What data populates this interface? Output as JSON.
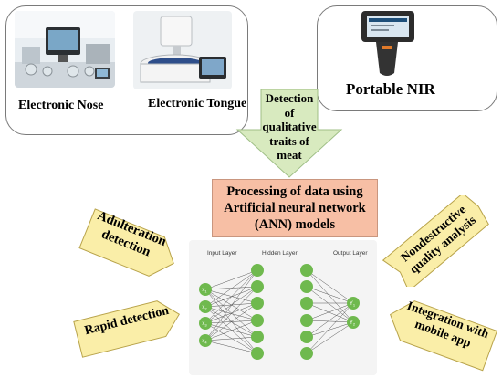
{
  "top_left": {
    "electronic_nose": "Electronic Nose",
    "electronic_tongue": "Electronic Tongue"
  },
  "top_right": {
    "portable_nir": "Portable NIR"
  },
  "detection_arrow": {
    "lines": [
      "Detection",
      "of",
      "qualitative",
      "traits of",
      "meat"
    ]
  },
  "processing": {
    "lines": [
      "Processing of data using",
      "Artificial neural network",
      "(ANN) models"
    ]
  },
  "benefits": {
    "adulteration": [
      "Adulteration",
      "detection"
    ],
    "rapid": "Rapid detection",
    "nondestructive": [
      "Nondestructive",
      "quality analysis"
    ],
    "integration": [
      "Integration with",
      "mobile app"
    ]
  },
  "neural_network": {
    "input_layer": "Input Layer",
    "hidden_layer": "Hidden Layer",
    "output_layer": "Output Layer",
    "inputs": [
      "x",
      "x",
      "x",
      "x"
    ],
    "input_subscripts": [
      "1",
      "2",
      "3",
      "4"
    ],
    "outputs": [
      "Y",
      "Y"
    ],
    "output_subscripts": [
      "1",
      "2"
    ],
    "hidden_layer_sizes": [
      6,
      6
    ]
  },
  "colors": {
    "arrow_fill": "#d8eabf",
    "processing_fill": "#f7bfa5",
    "benefit_fill": "#faeea8",
    "node_fill": "#6fb94e"
  }
}
